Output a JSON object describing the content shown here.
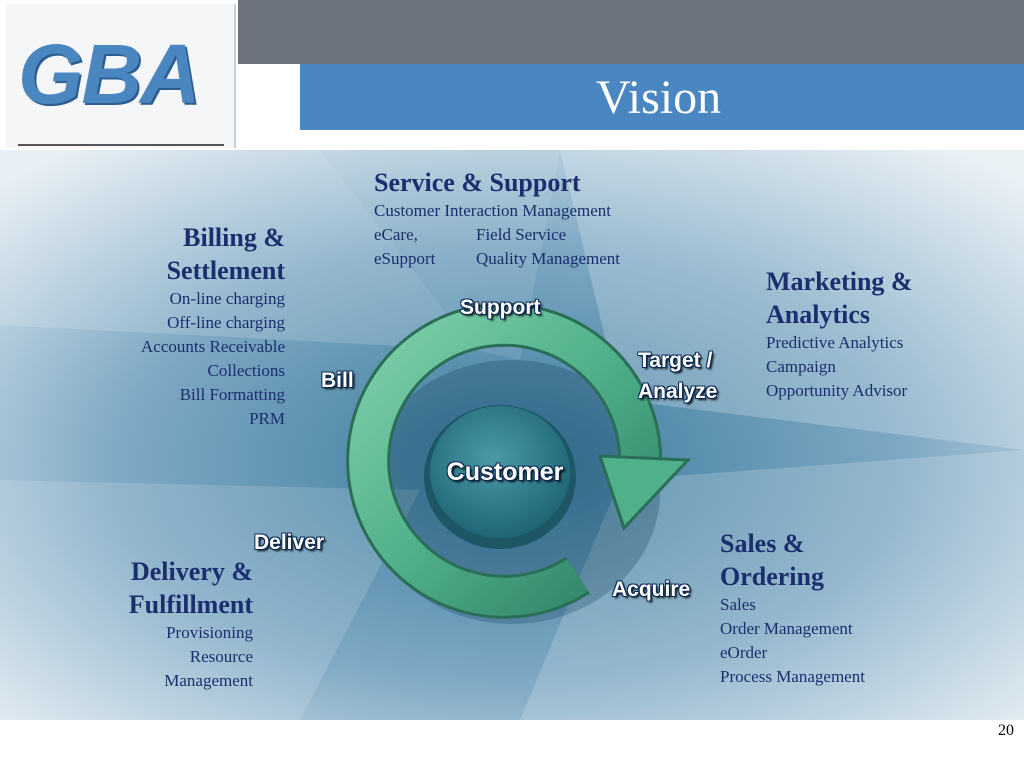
{
  "slide": {
    "title": "Vision",
    "page_number": "20"
  },
  "logo": {
    "text": "GBA"
  },
  "center": {
    "label": "Customer"
  },
  "stages": {
    "support": "Support",
    "target": "Target /",
    "analyze": "Analyze",
    "bill": "Bill",
    "deliver": "Deliver",
    "acquire": "Acquire"
  },
  "service": {
    "heading": "Service & Support",
    "line1": "Customer Interaction Management",
    "row2_a": "eCare,",
    "row2_b": "Field Service",
    "row3_a": "eSupport",
    "row3_b": "Quality Management"
  },
  "billing": {
    "heading_1": "Billing &",
    "heading_2": "Settlement",
    "items": [
      "On-line charging",
      "Off-line charging",
      "Accounts Receivable",
      "Collections",
      "Bill Formatting",
      "PRM"
    ]
  },
  "marketing": {
    "heading_1": "Marketing &",
    "heading_2": "Analytics",
    "items": [
      "Predictive Analytics",
      "Campaign",
      "Opportunity Advisor"
    ]
  },
  "delivery": {
    "heading_1": "Delivery &",
    "heading_2": "Fulfillment",
    "items": [
      "Provisioning",
      "Resource",
      "Management"
    ]
  },
  "sales": {
    "heading_1": "Sales &",
    "heading_2": "Ordering",
    "items": [
      "Sales",
      "Order Management",
      "eOrder",
      "Process Management"
    ]
  },
  "colors": {
    "title_bar": "#4a86c2",
    "top_band": "#6b737d",
    "text_navy": "#1b2e6e",
    "ring_green": "#4fb089",
    "hub_teal": "#2d7f8c"
  }
}
